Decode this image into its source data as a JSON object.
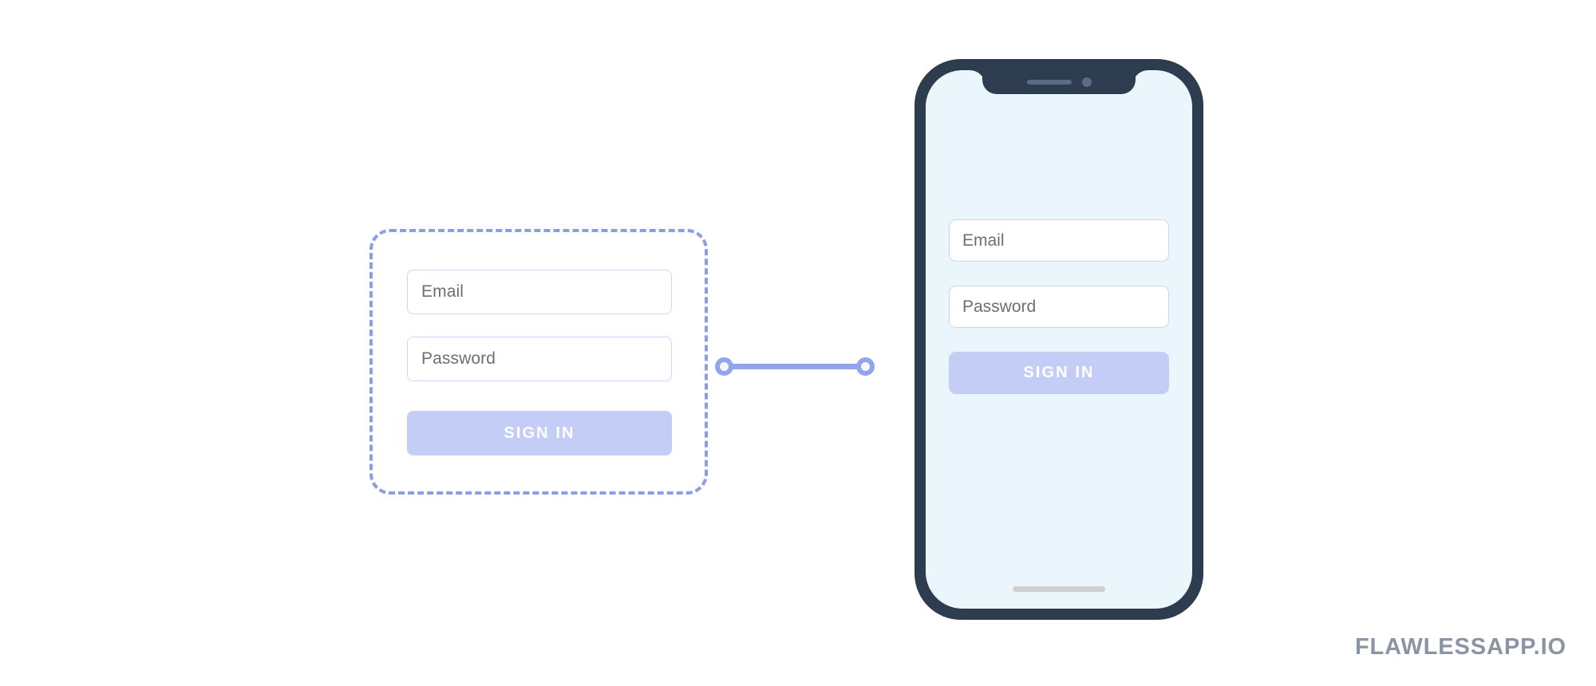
{
  "design_group": {
    "name": "sign-in-form-spec",
    "form": {
      "email_placeholder": "Email",
      "password_placeholder": "Password",
      "submit_label": "SIGN IN"
    }
  },
  "connector": {
    "left_handle": "handle-dot",
    "right_handle": "handle-dot"
  },
  "phone": {
    "device": "iphone-x-mockup",
    "screen": {
      "email_placeholder": "Email",
      "password_placeholder": "Password",
      "submit_label": "SIGN IN"
    },
    "notch": {
      "speaker": "speaker-grille",
      "camera": "front-camera"
    },
    "home_indicator": "home-indicator"
  },
  "watermark": {
    "text": "FLAWLESSAPP.IO"
  },
  "colors": {
    "accent": "#92a4ec",
    "dashed_border": "#8c9ce8",
    "button_fill": "#c3cdf5",
    "field_border": "#ccd6f7",
    "phone_frame": "#2e3c50",
    "phone_screen": "#eaf6fc",
    "placeholder_text": "#6e6e73",
    "watermark_text": "#8b94a3",
    "canvas": "#ffffff"
  }
}
